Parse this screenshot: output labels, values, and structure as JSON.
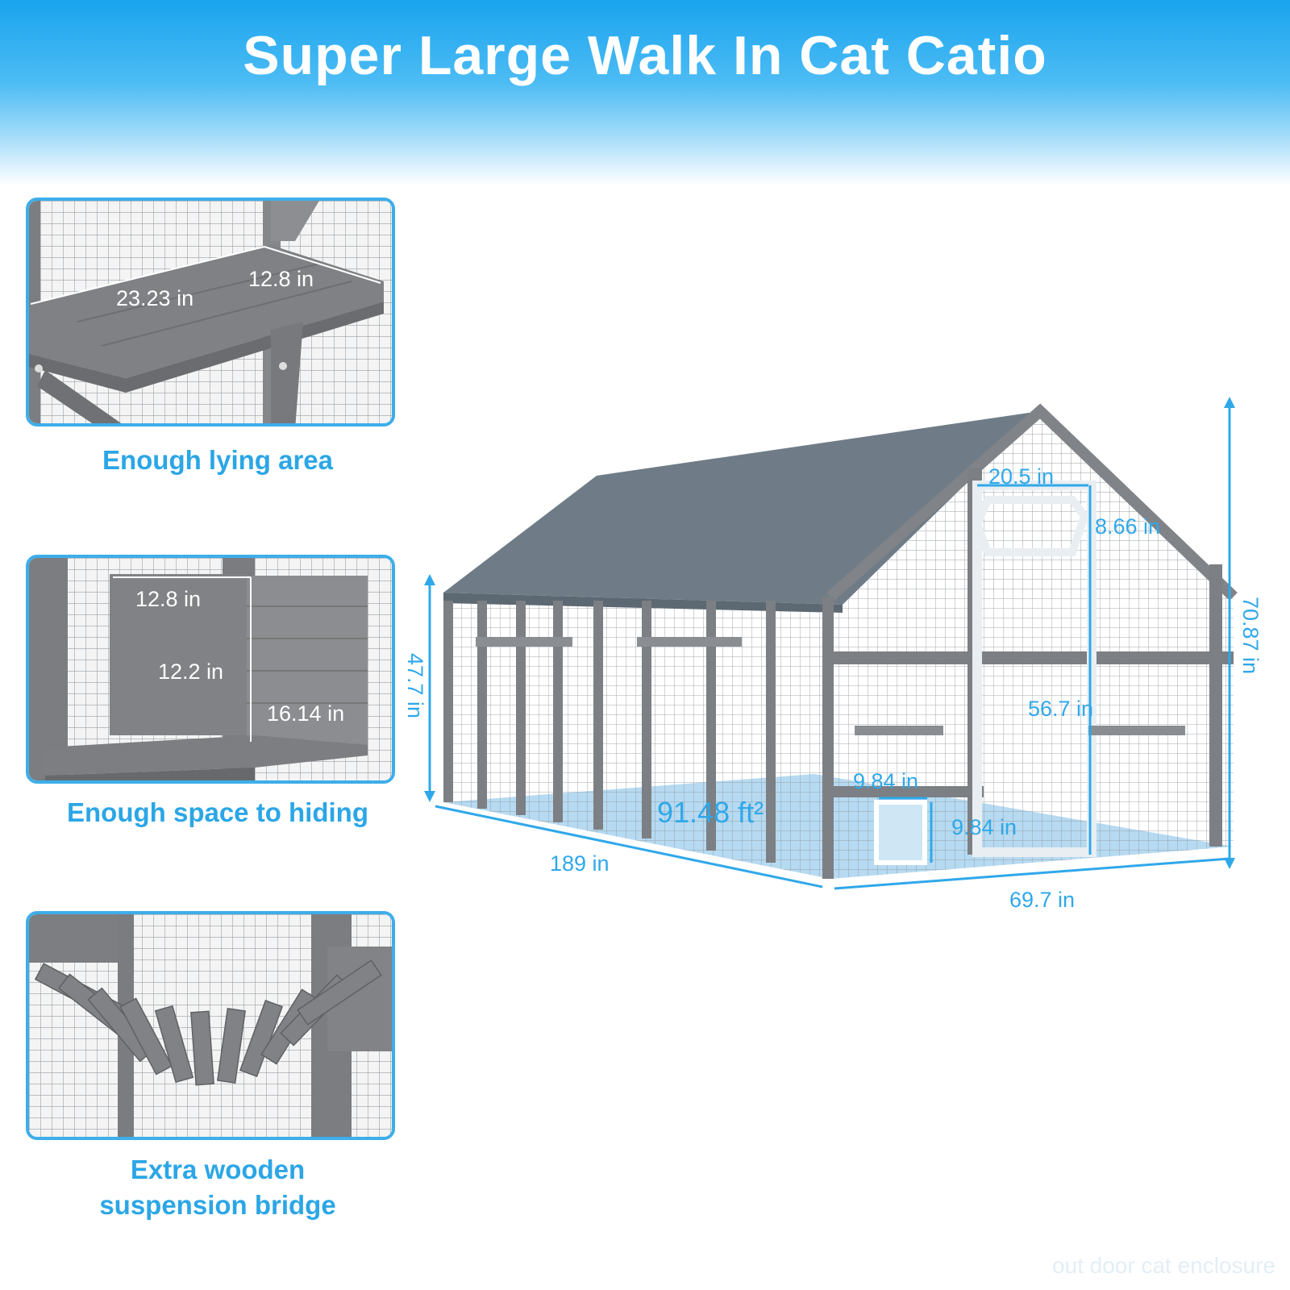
{
  "title": "Super Large Walk In Cat Catio",
  "panels": [
    {
      "caption": "Enough lying area",
      "dims": [
        "23.23 in",
        "12.8 in"
      ]
    },
    {
      "caption": "Enough space to hiding",
      "dims": [
        "12.8 in",
        "12.2 in",
        "16.14 in"
      ]
    },
    {
      "caption_line1": "Extra wooden",
      "caption_line2": "suspension bridge"
    }
  ],
  "main": {
    "dims": {
      "door_width": "20.5 in",
      "door_top": "8.66 in",
      "total_height": "70.87 in",
      "side_height": "47.7 in",
      "door_height": "56.7 in",
      "small_door_width": "9.84 in",
      "small_door_height": "9.84 in",
      "floor_area": "91.48 ft²",
      "length": "189 in",
      "width": "69.7 in"
    }
  },
  "watermark": "out door cat enclosure",
  "colors": {
    "accent": "#2fa8ea",
    "wood": "#7d7f82",
    "roof": "#6e7b86",
    "floor": "#a9d4ee"
  }
}
